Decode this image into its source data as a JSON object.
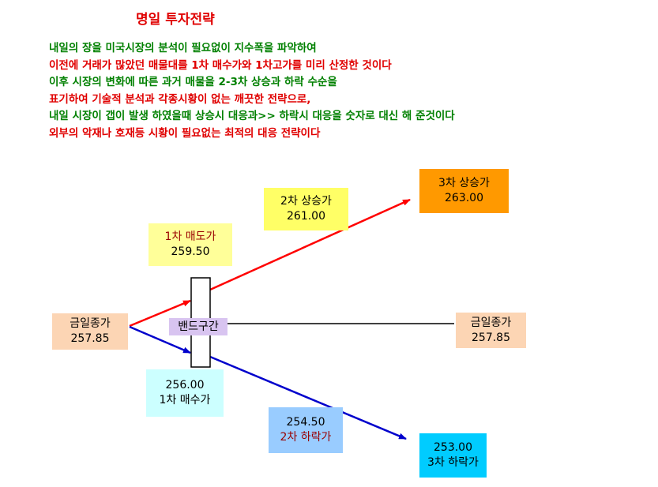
{
  "title": "명일 투자전략",
  "description": [
    {
      "text": "내일의 장을 미국시장의 분석이 필요없이 지수폭을 파악하여",
      "color": "#008000"
    },
    {
      "text": "이전에 거래가 많았던 매물대를 1차 매수가와 1차고가를 미리 산정한 것이다",
      "color": "#e00000"
    },
    {
      "text": "이후 시장의 변화에 따른 과거 매물을 2-3차 상승과 하락 수순을",
      "color": "#008000"
    },
    {
      "text": "표기하여 기술적  분석과 각종시황이 없는 깨끗한 전략으로,",
      "color": "#e00000"
    },
    {
      "text": "내일 시장이 갭이 발생 하였을때 상승시 대응과>> 하락시 대응을 숫자로 대신 해 준것이다",
      "color": "#008000"
    },
    {
      "text": "외부의 악재나 호재등  시황이 필요없는 최적의 대응 전략이다",
      "color": "#e00000"
    }
  ],
  "diagram": {
    "today_close_left": {
      "label": "금일종가",
      "value": "257.85",
      "bg": "#fcd5b4"
    },
    "first_sell": {
      "label": "1차 매도가",
      "value": "259.50",
      "bg": "#ffff99"
    },
    "second_rise": {
      "label": "2차 상승가",
      "value": "261.00",
      "bg": "#ffff66"
    },
    "third_rise": {
      "label": "3차 상승가",
      "value": "263.00",
      "bg": "#ff9900"
    },
    "band": {
      "label": "밴드구간",
      "bg": "#d8c4f0"
    },
    "today_close_right": {
      "label": "금일종가",
      "value": "257.85",
      "bg": "#fcd5b4"
    },
    "first_buy": {
      "value": "256.00",
      "label": "1차 매수가",
      "bg": "#ccffff"
    },
    "second_fall": {
      "value": "254.50",
      "label": "2차 하락가",
      "bg": "#99ccff"
    },
    "third_fall": {
      "value": "253.00",
      "label": "3차 하락가",
      "bg": "#00ccff"
    },
    "colors": {
      "rise_arrow": "#ff0000",
      "fall_arrow": "#0000cc",
      "flat_line": "#000000"
    }
  }
}
